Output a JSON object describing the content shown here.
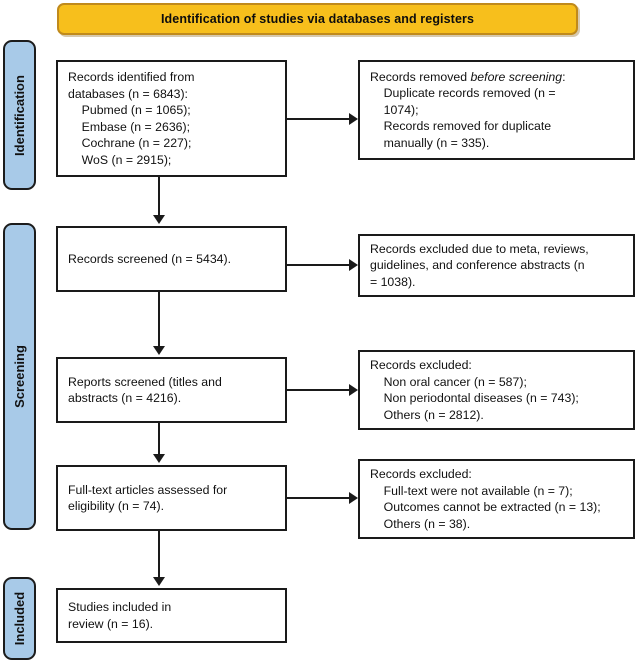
{
  "header": {
    "title": "Identification of studies via databases and registers"
  },
  "colors": {
    "banner_fill": "#F7BF1C",
    "banner_border": "#C08A1C",
    "rail_fill": "#A8CAE8",
    "box_border": "#1A1A1A",
    "box_fill": "#FFFFFF",
    "text": "#111111"
  },
  "phases": [
    {
      "id": "identification",
      "label": "Identification"
    },
    {
      "id": "screening",
      "label": "Screening"
    },
    {
      "id": "included",
      "label": "Included"
    }
  ],
  "boxes": {
    "identified": {
      "text": "Records identified from\ndatabases (n = 6843):\n    Pubmed (n = 1065);\n    Embase (n = 2636);\n    Cochrane (n = 227);\n    WoS (n = 2915);"
    },
    "removed": {
      "prefix": "Records removed ",
      "italic": "before screening",
      "suffix": ":\n    Duplicate records removed (n =\n    1074);\n    Records removed for duplicate\n    manually (n = 335)."
    },
    "screened": {
      "text": "Records screened (n = 5434)."
    },
    "excluded_meta": {
      "text": "Records excluded due to meta, reviews,\nguidelines, and conference abstracts (n\n= 1038)."
    },
    "reports": {
      "text": "Reports screened (titles and\nabstracts (n = 4216)."
    },
    "excluded_topics": {
      "text": "Records excluded:\n    Non oral cancer (n = 587);\n    Non periodontal diseases (n = 743);\n    Others (n = 2812)."
    },
    "fulltext": {
      "text": "Full-text articles assessed for\neligibility (n = 74)."
    },
    "excluded_fulltext": {
      "text": "Records excluded:\n    Full-text were not available (n = 7);\n    Outcomes cannot be extracted (n = 13);\n    Others (n = 38)."
    },
    "included": {
      "text": "Studies included in\nreview (n = 16)."
    }
  },
  "chart_data": {
    "type": "diagram",
    "title": "Identification of studies via databases and registers",
    "flow": "PRISMA",
    "stages": [
      {
        "phase": "Identification",
        "node": "Records identified from databases",
        "n": 6843,
        "sources": [
          {
            "name": "Pubmed",
            "n": 1065
          },
          {
            "name": "Embase",
            "n": 2636
          },
          {
            "name": "Cochrane",
            "n": 227
          },
          {
            "name": "WoS",
            "n": 2915
          }
        ],
        "excluded_node": "Records removed before screening",
        "excluded": [
          {
            "reason": "Duplicate records removed",
            "n": 1074
          },
          {
            "reason": "Records removed for duplicate manually",
            "n": 335
          }
        ]
      },
      {
        "phase": "Screening",
        "node": "Records screened",
        "n": 5434,
        "excluded_node": "Records excluded",
        "excluded": [
          {
            "reason": "Due to meta, reviews, guidelines, and conference abstracts",
            "n": 1038
          }
        ]
      },
      {
        "phase": "Screening",
        "node": "Reports screened (titles and abstracts)",
        "n": 4216,
        "excluded_node": "Records excluded",
        "excluded": [
          {
            "reason": "Non oral cancer",
            "n": 587
          },
          {
            "reason": "Non periodontal diseases",
            "n": 743
          },
          {
            "reason": "Others",
            "n": 2812
          }
        ]
      },
      {
        "phase": "Screening",
        "node": "Full-text articles assessed for eligibility",
        "n": 74,
        "excluded_node": "Records excluded",
        "excluded": [
          {
            "reason": "Full-text were not available",
            "n": 7
          },
          {
            "reason": "Outcomes cannot be extracted",
            "n": 13
          },
          {
            "reason": "Others",
            "n": 38
          }
        ]
      },
      {
        "phase": "Included",
        "node": "Studies included in review",
        "n": 16
      }
    ]
  }
}
